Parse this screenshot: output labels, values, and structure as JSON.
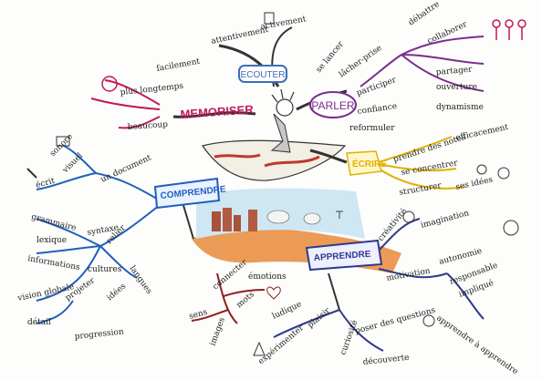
{
  "nodes": {
    "ecouter": {
      "label": "ECOUTER",
      "color": "#3b6fb6"
    },
    "memoriser": {
      "label": "MEMORISER",
      "color": "#c2185b"
    },
    "parler": {
      "label": "PARLER",
      "color": "#7b2d8e"
    },
    "ecrire": {
      "label": "ÉCRIRE",
      "color": "#e0b100"
    },
    "comprendre": {
      "label": "COMPRENDRE",
      "color": "#1f5fbf"
    },
    "apprendre": {
      "label": "APPRENDRE",
      "color": "#2d3a8c"
    }
  },
  "branches": {
    "ecouter": [
      "attentivement",
      "activement"
    ],
    "memoriser": [
      "facilement",
      "plus longtemps",
      "beaucoup"
    ],
    "parler": [
      "se lancer",
      "lâcher-prise",
      "participer",
      "confiance",
      "reformuler",
      "débattre",
      "collaborer",
      "partager",
      "ouverture",
      "dynamisme"
    ],
    "ecrire": [
      "prendre des notes",
      "efficacement",
      "se concentrer",
      "structurer",
      "ses idées"
    ],
    "comprendre": [
      "sonore",
      "visuel",
      "un document",
      "écrit",
      "grammaire",
      "syntaxe",
      "lexique",
      "informations",
      "relier",
      "cultures",
      "langues",
      "projeter",
      "idées",
      "vision globale",
      "détail",
      "progression"
    ],
    "center": [
      "connecter",
      "émotions",
      "mots",
      "sens",
      "images"
    ],
    "apprendre": [
      "créativité",
      "imagination",
      "motivation",
      "autonomie",
      "responsable",
      "impliqué",
      "apprendre à apprendre",
      "ludique",
      "plaisir",
      "expérimenter",
      "curiosité",
      "poser des questions",
      "découverte"
    ]
  }
}
